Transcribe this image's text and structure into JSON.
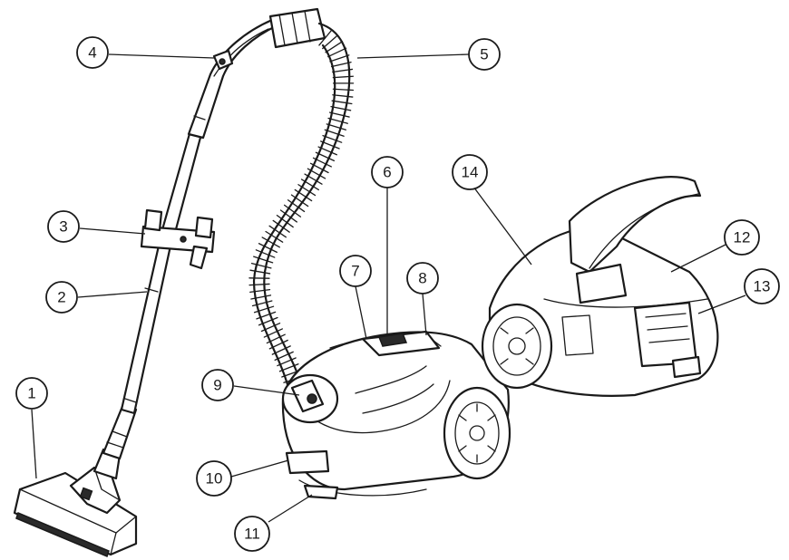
{
  "callouts": [
    {
      "id": 1,
      "label": "1"
    },
    {
      "id": 2,
      "label": "2"
    },
    {
      "id": 3,
      "label": "3"
    },
    {
      "id": 4,
      "label": "4"
    },
    {
      "id": 5,
      "label": "5"
    },
    {
      "id": 6,
      "label": "6"
    },
    {
      "id": 7,
      "label": "7"
    },
    {
      "id": 8,
      "label": "8"
    },
    {
      "id": 9,
      "label": "9"
    },
    {
      "id": 10,
      "label": "10"
    },
    {
      "id": 11,
      "label": "11"
    },
    {
      "id": 12,
      "label": "12"
    },
    {
      "id": 13,
      "label": "13"
    },
    {
      "id": 14,
      "label": "14"
    }
  ],
  "colors": {
    "ink": "#1a1a1a",
    "background": "#ffffff"
  }
}
